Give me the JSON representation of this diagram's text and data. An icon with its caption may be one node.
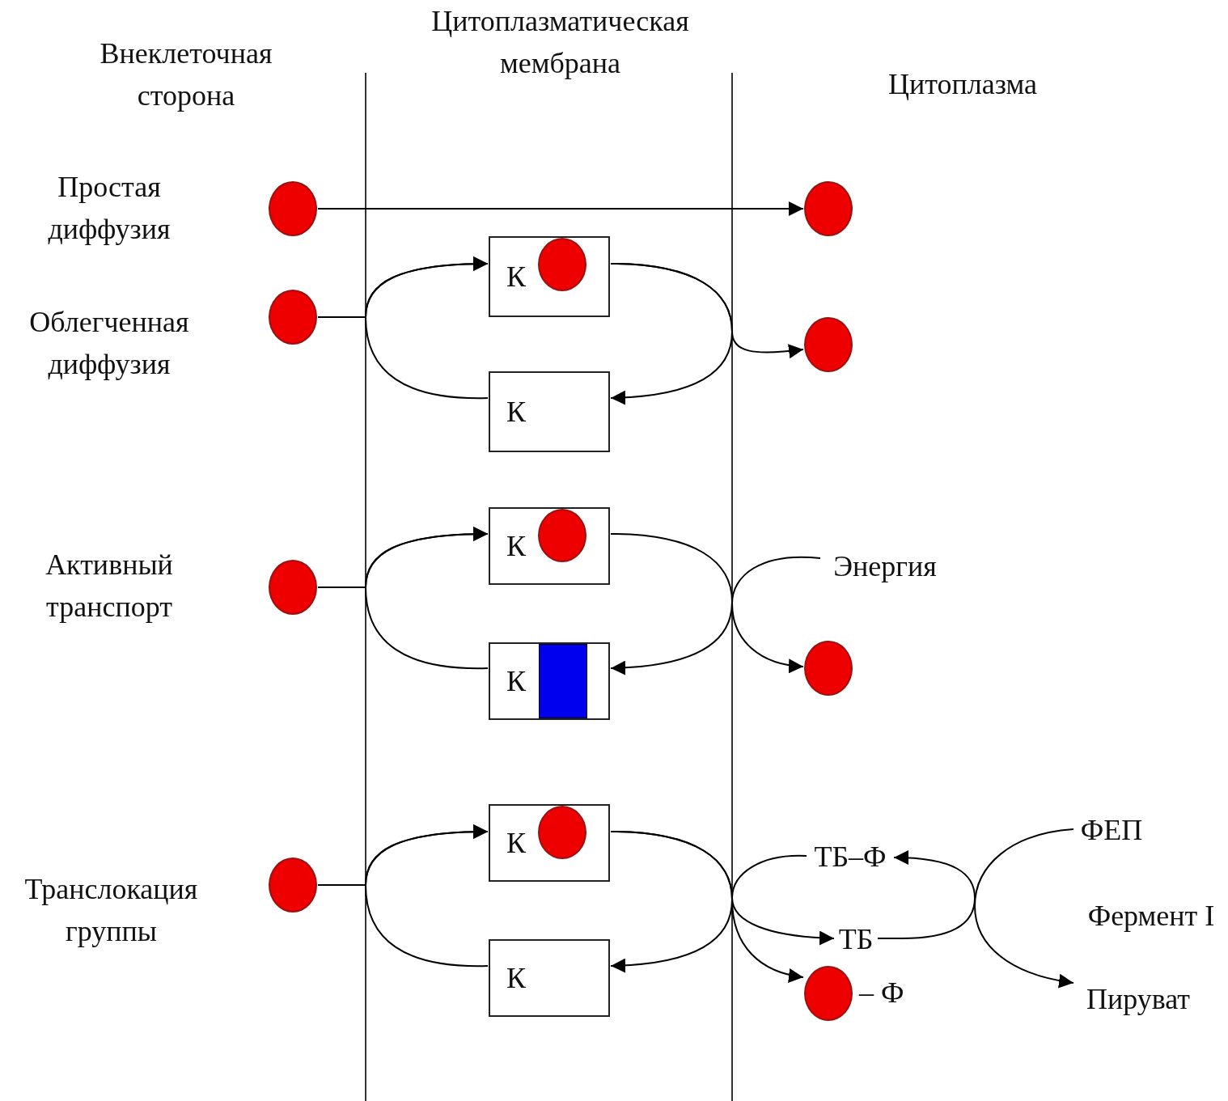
{
  "diagram": {
    "nodes": [
      {
        "text": [],
        "shape": "circle"
      },
      {
        "text": [],
        "shape": "circle"
      },
      {
        "text": [],
        "shape": "circle"
      },
      {
        "text": [
          "К"
        ]
      },
      {
        "text": [],
        "shape": "circle",
        "in": 3
      },
      {
        "text": [
          "К"
        ]
      },
      {
        "text": [],
        "shape": "circle"
      },
      {
        "text": [],
        "shape": "circle"
      },
      {
        "text": [
          "К"
        ]
      },
      {
        "text": [],
        "shape": "circle",
        "in": 8
      },
      {
        "text": [
          "К"
        ]
      },
      {
        "text": [],
        "shape": "bar",
        "in": 10
      },
      {
        "text": [
          "Энергия"
        ]
      },
      {
        "text": [],
        "shape": "circle"
      },
      {
        "text": [],
        "shape": "circle"
      },
      {
        "text": [
          "К"
        ]
      },
      {
        "text": [],
        "shape": "circle",
        "in": 15
      },
      {
        "text": [
          "К"
        ]
      },
      {
        "text": [
          "ТБ–Ф"
        ]
      },
      {
        "text": [
          "ТБ"
        ]
      },
      {
        "text": [],
        "shape": "circle",
        "beside": [
          "– Ф"
        ]
      },
      {
        "text": [
          "ФЕП"
        ]
      },
      {
        "text": [
          "Пируват"
        ]
      }
    ],
    "edges": [
      {
        "from": 0,
        "to": 1,
        "arrow": "to"
      },
      {
        "from": 2,
        "to": 3,
        "arrow": "to"
      },
      {
        "from": 5,
        "to": 3,
        "arrow": "to"
      },
      {
        "from": 3,
        "to": 5,
        "arrow": "to"
      },
      {
        "from": 3,
        "to": 6,
        "arrow": "to"
      },
      {
        "from": 7,
        "to": 8,
        "arrow": "to"
      },
      {
        "from": 10,
        "to": 8,
        "arrow": "to"
      },
      {
        "from": 8,
        "to": 10,
        "arrow": "to"
      },
      {
        "from": 12,
        "to": 13,
        "arrow": "to"
      },
      {
        "from": 14,
        "to": 15,
        "arrow": "to"
      },
      {
        "from": 17,
        "to": 15,
        "arrow": "to"
      },
      {
        "from": 15,
        "to": 17,
        "arrow": "to"
      },
      {
        "from": 18,
        "to": 19,
        "arrow": "to"
      },
      {
        "from": 15,
        "to": 20,
        "arrow": "to"
      },
      {
        "from": 19,
        "to": 18,
        "arrow": "to"
      },
      {
        "from": 21,
        "to": 22,
        "arrow": "to"
      }
    ],
    "labels": [
      "Внеклеточная сторона",
      "Цитоплазматическая мембрана",
      "Цитоплазма",
      "Простая диффузия",
      "Облегченная диффузия",
      "Активный транспорт",
      "Транслокация группы",
      "Фермент I"
    ]
  }
}
